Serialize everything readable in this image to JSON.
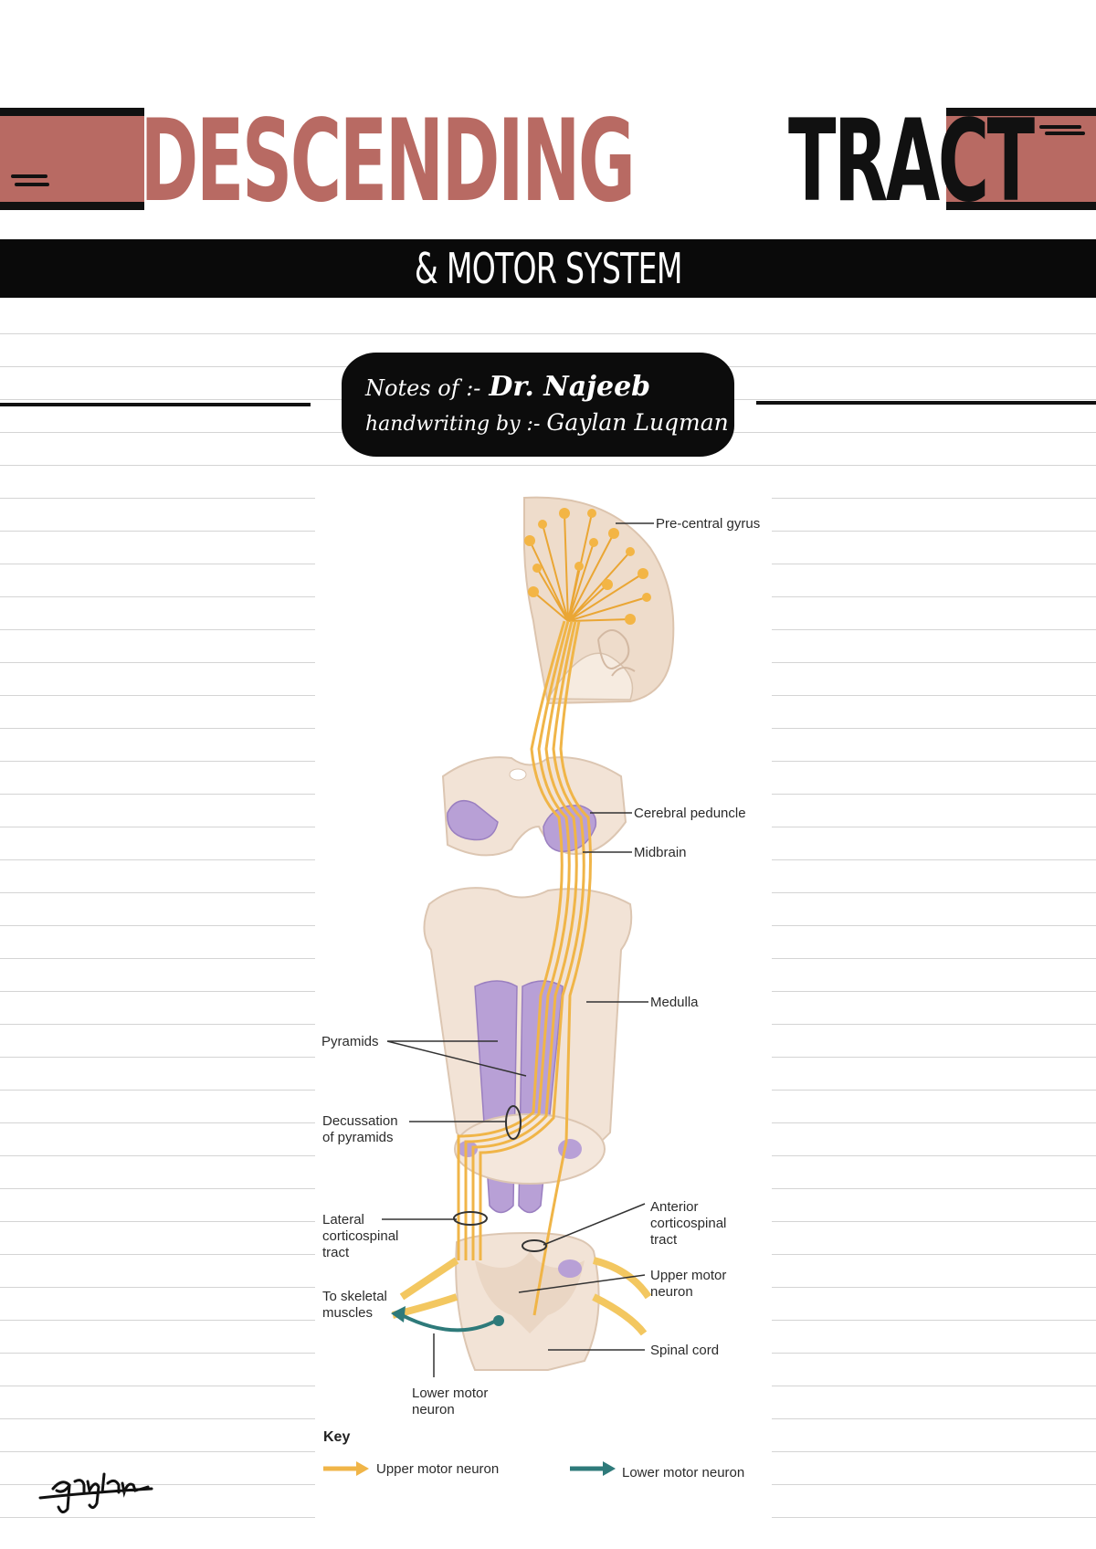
{
  "header": {
    "title_word_1": "DESCENDING",
    "title_word_2": "TRACT",
    "subtitle": "& MOTOR SYSTEM"
  },
  "notes": {
    "line1_label": "Notes of :-",
    "line1_name": "Dr. Najeeb",
    "line2_label": "handwriting by :-",
    "line2_name": "Gaylan Luqman"
  },
  "diagram": {
    "labels": {
      "precentral_gyrus": "Pre-central gyrus",
      "cerebral_peduncle": "Cerebral peduncle",
      "midbrain": "Midbrain",
      "medulla": "Medulla",
      "pyramids": "Pyramids",
      "decussation_1": "Decussation",
      "decussation_2": "of pyramids",
      "lateral_1": "Lateral",
      "lateral_2": "corticospinal",
      "lateral_3": "tract",
      "anterior_1": "Anterior",
      "anterior_2": "corticospinal",
      "anterior_3": "tract",
      "upper_1": "Upper motor",
      "upper_2": "neuron",
      "skeletal_1": "To skeletal",
      "skeletal_2": "muscles",
      "spinal_cord": "Spinal cord",
      "lower_1": "Lower motor",
      "lower_2": "neuron"
    },
    "key": {
      "title": "Key",
      "upper_label": "Upper motor neuron",
      "lower_label": "Lower motor neuron"
    },
    "colors": {
      "upper_motor_neuron": "#f0b548",
      "lower_motor_neuron": "#2e7a7a",
      "pyramid_purple": "#b8a0d6",
      "tissue": "#f1e1d3"
    }
  },
  "signature": "gaylan",
  "colors": {
    "accent": "#b86a63",
    "ink": "#111111"
  }
}
